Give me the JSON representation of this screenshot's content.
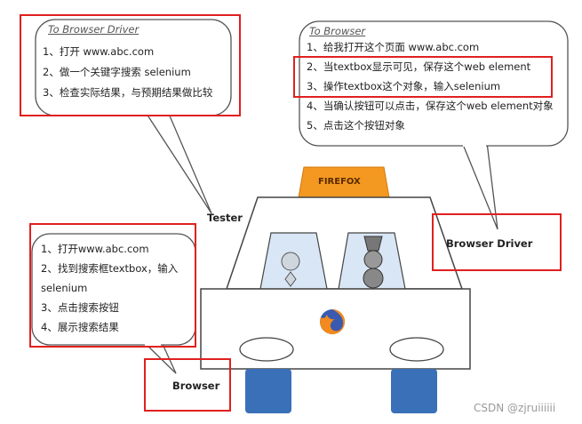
{
  "tester_bubble": {
    "title": "To Browser Driver",
    "items": [
      "1、打开 www.abc.com",
      "2、做一个关键字搜索 selenium",
      "3、检查实际结果，与预期结果做比较"
    ]
  },
  "driver_bubble": {
    "title": "To Browser",
    "items": [
      "1、给我打开这个页面 www.abc.com",
      "2、当textbox显示可见，保存这个web element",
      "3、操作textbox这个对象，输入selenium",
      "4、当确认按钮可以点击，保存这个web element对象",
      "5、点击这个按钮对象"
    ]
  },
  "browser_bubble": {
    "items": [
      "1、打开www.abc.com",
      "2、找到搜索框textbox，输入",
      "selenium",
      "3、点击搜索按钮",
      "4、展示搜索结果"
    ]
  },
  "labels": {
    "tester": "Tester",
    "browser_driver": "Browser  Driver",
    "browser": "Browser",
    "firefox": "FIREFOX"
  },
  "watermark": "CSDN @zjruiiiiii",
  "colors": {
    "highlight_red": "#e0201f",
    "car_blue": "#3a70b8",
    "firefox_orange": "#f39820",
    "bubble_border": "#555555"
  }
}
